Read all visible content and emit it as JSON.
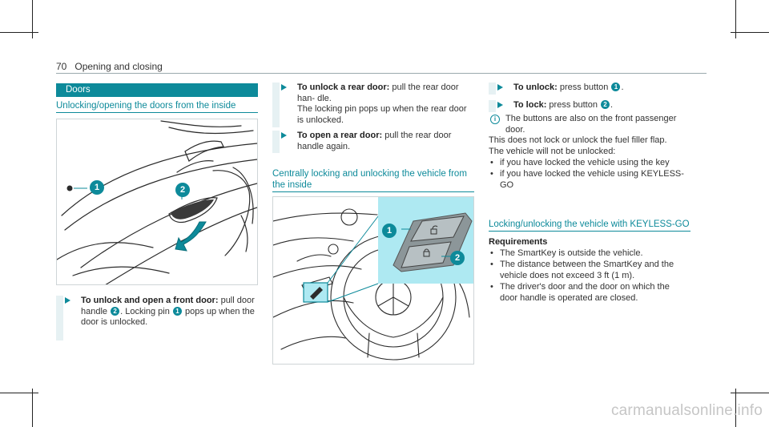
{
  "page": {
    "number": "70",
    "section_title": "Opening and closing"
  },
  "left": {
    "bar_title": "Doors",
    "subheading": "Unlocking/opening the doors from the inside",
    "step": {
      "label": "To unlock and open a front door:",
      "text_a": " pull door handle ",
      "badge_a": "2",
      "text_b": ". Locking pin ",
      "badge_b": "1",
      "text_c": " pops up when the door is unlocked."
    },
    "figure_callouts": [
      "1",
      "2"
    ]
  },
  "middle": {
    "step1": {
      "label": "To unlock a rear door:",
      "text": " pull the rear door han- dle.",
      "line2": "The locking pin pops up when the rear door is unlocked."
    },
    "step2": {
      "label": "To open a rear door:",
      "text": " pull the rear door handle again."
    },
    "subheading": "Centrally locking and unlocking the vehicle from the inside",
    "figure_callouts": [
      "1",
      "2"
    ]
  },
  "right": {
    "step1": {
      "label": "To unlock:",
      "text": " press button ",
      "badge": "1",
      "end": "."
    },
    "step2": {
      "label": "To lock:",
      "text": " press button ",
      "badge": "2",
      "end": "."
    },
    "info": "The buttons are also on the front passenger door.",
    "para1": "This does not lock or unlock the fuel filler flap.",
    "para2": "The vehicle will not be unlocked:",
    "bullets1": [
      "if you have locked the vehicle using the key",
      "if you have locked the vehicle using KEYLESS-GO"
    ],
    "subheading": "Locking/unlocking the vehicle with KEYLESS-GO",
    "req_heading": "Requirements",
    "bullets2": [
      "The SmartKey is outside the vehicle.",
      "The distance between the SmartKey and the vehicle does not exceed 3 ft (1 m).",
      "The driver's door and the door on which the door handle is operated are closed."
    ]
  },
  "watermark": "carmanualsonline.info",
  "colors": {
    "accent": "#0d8a9a",
    "step_bar": "#e6f1f3",
    "highlight_panel": "#aee9f2"
  }
}
